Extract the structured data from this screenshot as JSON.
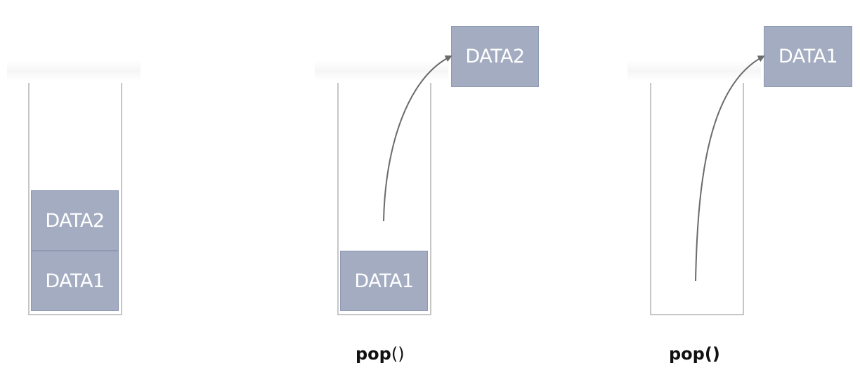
{
  "stacks": [
    {
      "items": [
        "DATA2",
        "DATA1"
      ],
      "caption": null
    },
    {
      "items": [
        "DATA1"
      ],
      "popped": "DATA2",
      "caption": {
        "fn": "pop",
        "paren": "()"
      }
    },
    {
      "items": [],
      "popped": "DATA1",
      "caption": {
        "fn": "pop",
        "paren": "()"
      }
    }
  ],
  "colors": {
    "block_fill": "#a3acc1",
    "block_border": "#8d98b3",
    "container_border": "#c6c6c6",
    "arrow": "#6b6b6b"
  }
}
